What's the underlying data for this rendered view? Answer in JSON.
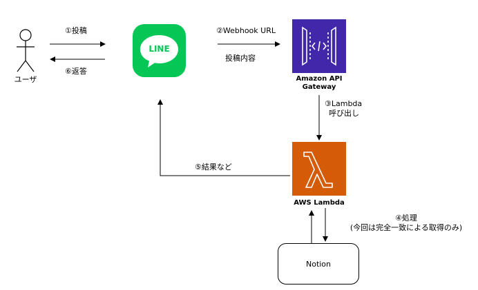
{
  "actors": {
    "user": {
      "label": "ユーザ"
    }
  },
  "services": {
    "line": {
      "logo_text": "LINE",
      "color": "#06C755"
    },
    "api_gateway": {
      "label": "Amazon API Gateway",
      "color": "#2E27AD"
    },
    "lambda": {
      "label": "AWS Lambda",
      "color": "#D45B07"
    },
    "notion": {
      "label": "Notion"
    }
  },
  "arrows": {
    "step1": "①投稿",
    "step6": "⑥返答",
    "step2": "②Webhook URL",
    "step2_sub": "投稿内容",
    "step3_line1": "③Lambda",
    "step3_line2": "呼び出し",
    "step5": "⑤結果など",
    "step4_line1": "④処理",
    "step4_line2": "(今回は完全一致による取得のみ)"
  }
}
